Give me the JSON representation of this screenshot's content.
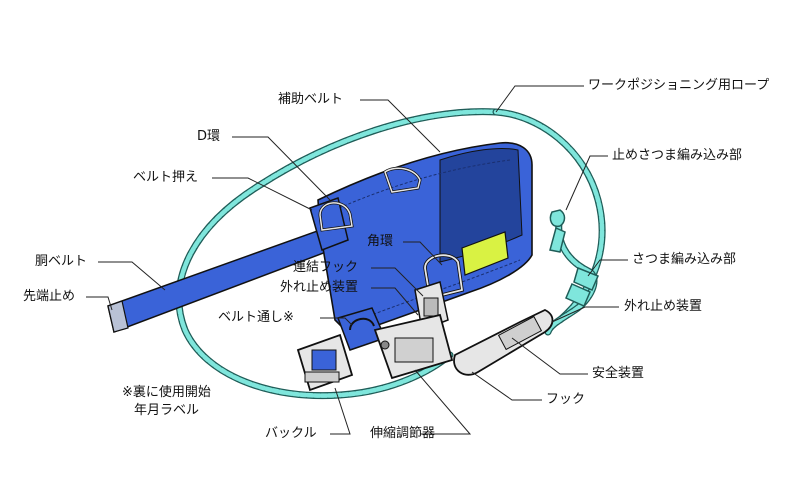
{
  "labels": {
    "positioning_rope": "ワークポジショニング用ロープ",
    "aux_belt": "補助ベルト",
    "d_ring": "D環",
    "belt_holder": "ベルト押え",
    "rope_splice_end": "止めさつま編み込み部",
    "body_belt": "胴ベルト",
    "square_ring": "角環",
    "splice": "さつま編み込み部",
    "connecting_hook": "連結フック",
    "anti_release_1": "外れ止め装置",
    "tip_stopper": "先端止め",
    "belt_pass": "ベルト通し※",
    "anti_release_2": "外れ止め装置",
    "safety_device": "安全装置",
    "hook": "フック",
    "buckle": "バックル",
    "adjuster": "伸縮調節器"
  },
  "note": {
    "line1": "※裏に使用開始",
    "line2": "年月ラベル"
  },
  "colors": {
    "belt_blue": "#3a63d8",
    "belt_dark": "#23449c",
    "rope_cyan": "#7fe6dc",
    "rope_edge": "#1f5d58",
    "reflector": "#d9f243",
    "metal": "#e6e6e6",
    "stroke": "#111111"
  }
}
